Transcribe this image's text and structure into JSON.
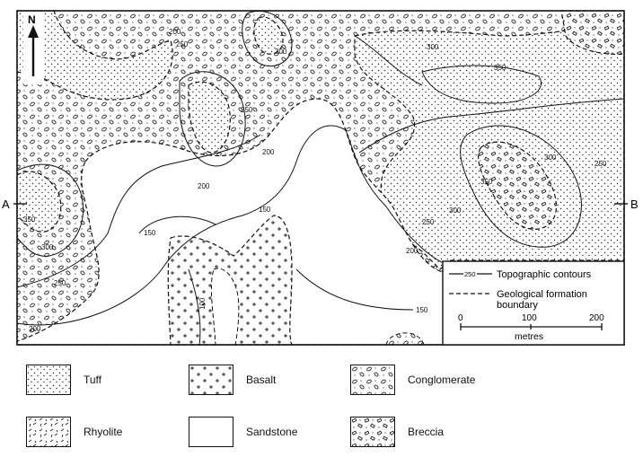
{
  "map": {
    "north_label": "N",
    "section_start": "A",
    "section_end": "B",
    "contour_labels": [
      "200",
      "250",
      "300",
      "350",
      "300",
      "250",
      "200",
      "150",
      "200",
      "250",
      "300",
      "350",
      "300",
      "250",
      "200",
      "150",
      "100",
      "150",
      "200",
      "250",
      "300"
    ],
    "key": {
      "contour_label": "Topographic contours",
      "contour_sample_value": "250",
      "boundary_label_line1": "Geological formation",
      "boundary_label_line2": "boundary",
      "scale_ticks": [
        "0",
        "100",
        "200"
      ],
      "scale_unit": "metres"
    }
  },
  "legend": [
    {
      "key": "tuff",
      "label": "Tuff"
    },
    {
      "key": "basalt",
      "label": "Basalt"
    },
    {
      "key": "conglomerate",
      "label": "Conglomerate"
    },
    {
      "key": "rhyolite",
      "label": "Rhyolite"
    },
    {
      "key": "sandstone",
      "label": "Sandstone"
    },
    {
      "key": "breccia",
      "label": "Breccia"
    }
  ]
}
